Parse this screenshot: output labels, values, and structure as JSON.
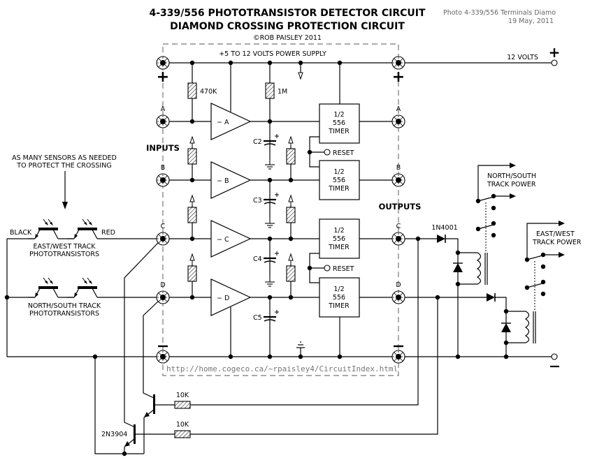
{
  "header": {
    "title_line1": "4-339/556 PHOTOTRANSISTOR DETECTOR CIRCUIT",
    "title_line2": "DIAMOND CROSSING PROTECTION CIRCUIT",
    "copyright": "©ROB PAISLEY 2011",
    "photo_caption": "Photo 4-339/556 Terminals Diamo",
    "date": "19 May, 2011"
  },
  "supply": {
    "label": "+5 TO 12 VOLTS POWER SUPPLY",
    "volts_label": "12 VOLTS",
    "plus_sign": "+",
    "minus_sign": "−"
  },
  "sections": {
    "inputs": "INPUTS",
    "outputs": "OUTPUTS"
  },
  "terminals": {
    "a": "A",
    "b": "B",
    "c": "C",
    "d": "D",
    "plus": "+",
    "minus": "−"
  },
  "comparators": [
    "A",
    "B",
    "C",
    "D"
  ],
  "components": {
    "r1": "470K",
    "r2": "1M",
    "c2": "C2",
    "c3": "C3",
    "c4": "C4",
    "c5": "C5",
    "timer_l1": "1/2",
    "timer_l2": "556",
    "timer_l3": "TIMER",
    "reset": "RESET",
    "diode": "1N4001",
    "r10k": "10K",
    "transistor": "2N3904"
  },
  "sensors": {
    "note_line1": "AS MANY SENSORS AS NEEDED",
    "note_line2": "TO PROTECT THE CROSSING",
    "black": "BLACK",
    "red": "RED",
    "ew_line1": "EAST/WEST TRACK",
    "ew_line2": "PHOTOTRANSISTORS",
    "ns_line1": "NORTH/SOUTH TRACK",
    "ns_line2": "PHOTOTRANSISTORS"
  },
  "relays": {
    "ns_line1": "NORTH/SOUTH",
    "ns_line2": "TRACK POWER",
    "ew_line1": "EAST/WEST",
    "ew_line2": "TRACK POWER"
  },
  "footer": {
    "url": "http://home.cogeco.ca/~rpaisley4/CircuitIndex.html"
  }
}
